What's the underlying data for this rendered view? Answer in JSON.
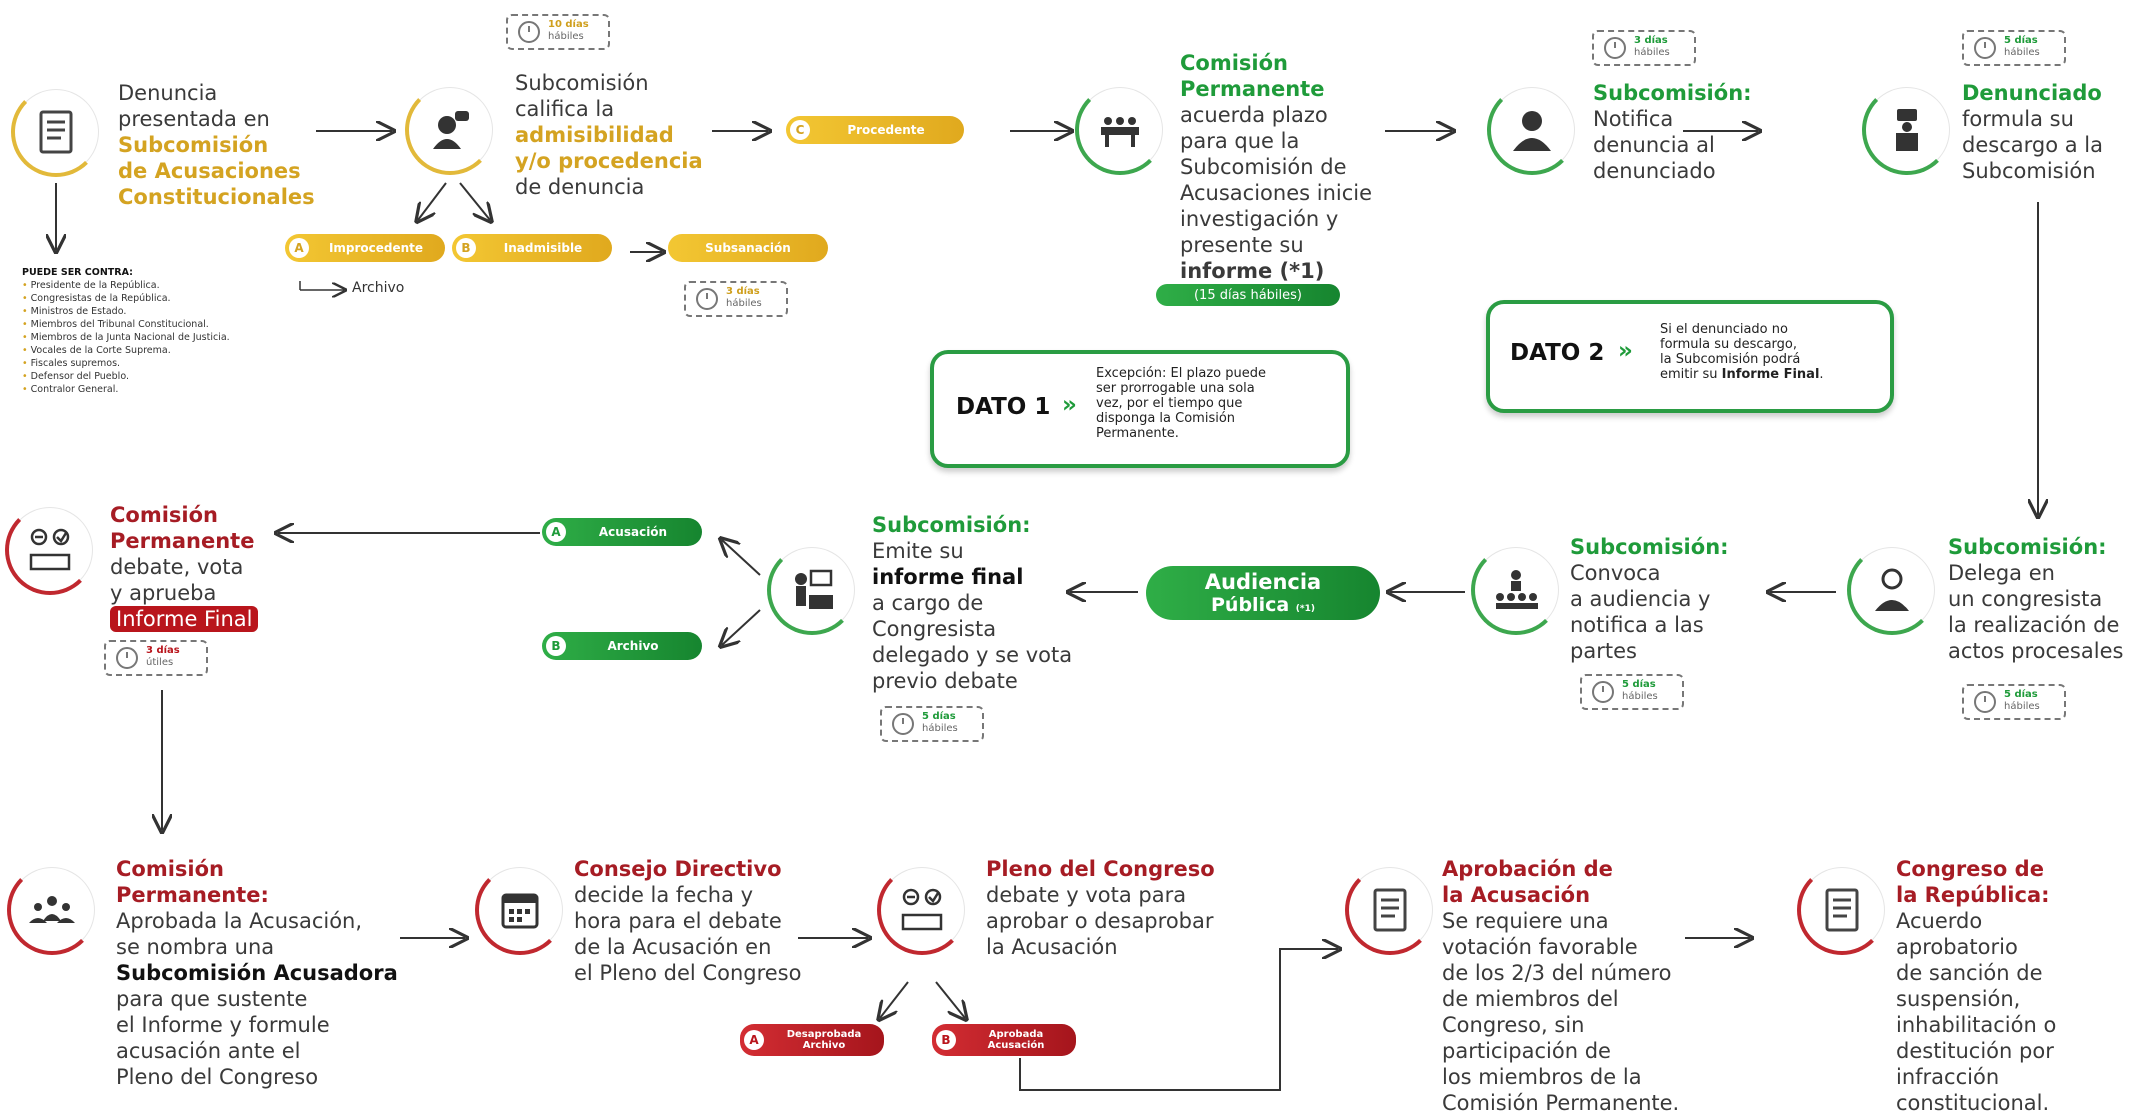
{
  "row1": {
    "denuncia": {
      "l1": "Denuncia",
      "l2": "presentada en",
      "l3": "Subcomisión",
      "l4": "de Acusaciones",
      "l5": "Constitucionales"
    },
    "contra": {
      "title": "PUEDE SER CONTRA:",
      "items": [
        "Presidente de la República.",
        "Congresistas de la República.",
        "Ministros de Estado.",
        "Miembros del Tribunal Constitucional.",
        "Miembros de la Junta Nacional de Justicia.",
        "Vocales de la Corte Suprema.",
        "Fiscales supremos.",
        "Defensor del Pueblo.",
        "Contralor General."
      ]
    },
    "timer10": {
      "t1": "10 días",
      "t2": "hábiles"
    },
    "califica": {
      "l1": "Subcomisión",
      "l2": "califica la",
      "l3": "admisibilidad",
      "l4": "y/o procedencia",
      "l5": "de denuncia"
    },
    "pill_a": {
      "letter": "A",
      "label": "Improcedente"
    },
    "pill_b": {
      "letter": "B",
      "label": "Inadmisible"
    },
    "pill_sub": {
      "label": "Subsanación"
    },
    "archivo": "Archivo",
    "timer3a": {
      "t1": "3 días",
      "t2": "hábiles"
    },
    "pill_c": {
      "letter": "C",
      "label": "Procedente"
    },
    "comision": {
      "l1": "Comisión",
      "l2": "Permanente",
      "l3": "acuerda plazo",
      "l4": "para que la",
      "l5": "Subcomisión de",
      "l6": "Acusaciones inicie",
      "l7": "investigación y",
      "l8": "presente su",
      "l9a": "informe ",
      "l9b": "(*1)",
      "pill": "(15 días hábiles)"
    },
    "timer3b": {
      "t1": "3 días",
      "t2": "hábiles"
    },
    "notifica": {
      "l1": "Subcomisión:",
      "l2": "Notifica",
      "l3": "denuncia al",
      "l4": "denunciado"
    },
    "timer5a": {
      "t1": "5 días",
      "t2": "hábiles"
    },
    "descargo": {
      "l1": "Denunciado",
      "l2": "formula su",
      "l3": "descargo a la",
      "l4": "Subcomisión"
    }
  },
  "dato1": {
    "label": "DATO 1",
    "arrow": "»",
    "l1": "Excepción: El plazo puede",
    "l2": "ser prorrogable una sola",
    "l3": "vez, por el tiempo que",
    "l4": "disponga la Comisión",
    "l5": "Permanente."
  },
  "dato2": {
    "label": "DATO 2",
    "arrow": "»",
    "l1": "Si el denunciado no",
    "l2": "formula su descargo,",
    "l3": "la Subcomisión podrá",
    "l4a": "emitir su ",
    "l4b": "Informe Final",
    "l4c": "."
  },
  "row2": {
    "cp": {
      "l1": "Comisión",
      "l2": "Permanente",
      "l3": "debate, vota",
      "l4": "y aprueba",
      "l5": "Informe Final"
    },
    "timer3u": {
      "t1": "3 días",
      "t2": "útiles"
    },
    "pill_acus": {
      "letter": "A",
      "label": "Acusación"
    },
    "pill_arch": {
      "letter": "B",
      "label": "Archivo"
    },
    "emite": {
      "l1": "Subcomisión:",
      "l2": "Emite su",
      "l3": "informe final",
      "l4": "a cargo de",
      "l5": "Congresista",
      "l6": "delegado y se vota",
      "l7": "previo debate"
    },
    "timer5b": {
      "t1": "5 días",
      "t2": "hábiles"
    },
    "audiencia": {
      "l1": "Audiencia",
      "l2": "Pública",
      "l3": "(*1)"
    },
    "convoca": {
      "l1": "Subcomisión:",
      "l2": "Convoca",
      "l3": "a audiencia y",
      "l4": "notifica a las",
      "l5": "partes"
    },
    "timer5c": {
      "t1": "5 días",
      "t2": "hábiles"
    },
    "delega": {
      "l1": "Subcomisión:",
      "l2": "Delega en",
      "l3": "un congresista",
      "l4": "la realización de",
      "l5": "actos procesales"
    },
    "timer5d": {
      "t1": "5 días",
      "t2": "hábiles"
    }
  },
  "row3": {
    "cp2": {
      "l1": "Comisión",
      "l2": "Permanente:",
      "l3": "Aprobada la Acusación,",
      "l4": "se nombra una",
      "l5": "Subcomisión Acusadora",
      "l6": "para que sustente",
      "l7": "el Informe y formule",
      "l8": "acusación ante el",
      "l9": "Pleno del Congreso"
    },
    "consejo": {
      "l1": "Consejo Directivo",
      "l2": "decide la fecha y",
      "l3": "hora para el debate",
      "l4": "de la Acusación en",
      "l5": "el Pleno del Congreso"
    },
    "pleno": {
      "l1": "Pleno del Congreso",
      "l2": "debate y vota para",
      "l3": "aprobar o desaprobar",
      "l4": "la Acusación"
    },
    "pill_des": {
      "letter": "A",
      "l1": "Desaprobada",
      "l2": "Archivo"
    },
    "pill_apr": {
      "letter": "B",
      "l1": "Aprobada",
      "l2": "Acusación"
    },
    "aprob": {
      "l1": "Aprobación de",
      "l2": "la Acusación",
      "l3": "Se requiere una",
      "l4": "votación favorable",
      "l5": "de los 2/3 del número",
      "l6": "de miembros del",
      "l7": "Congreso, sin",
      "l8": "participación de",
      "l9": "los miembros de la",
      "l10": "Comisión Permanente."
    },
    "congreso": {
      "l1": "Congreso de",
      "l2": "la República:",
      "l3": "Acuerdo",
      "l4": "aprobatorio",
      "l5": "de sanción de",
      "l6": "suspensión,",
      "l7": "inhabilitación o",
      "l8": "destitución por",
      "l9": "infracción",
      "l10": "constitucional."
    }
  }
}
